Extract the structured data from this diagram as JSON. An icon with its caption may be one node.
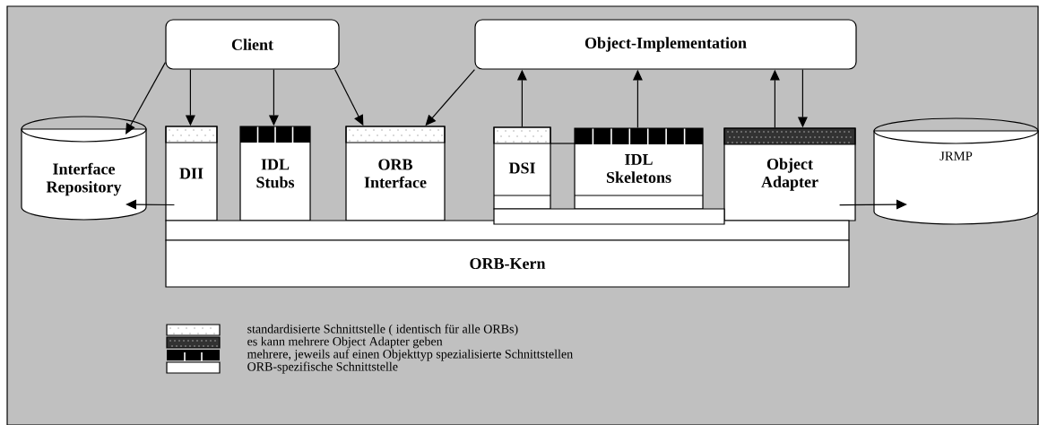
{
  "diagram": {
    "nodes": [
      {
        "text": [
          "Client"
        ]
      },
      {
        "text": [
          "Object-Implementation"
        ]
      },
      {
        "text": [
          "Interface Repository"
        ]
      },
      {
        "text": [
          "DII"
        ]
      },
      {
        "text": [
          "IDL Stubs"
        ]
      },
      {
        "text": [
          "ORB Interface"
        ]
      },
      {
        "text": [
          "DSI"
        ]
      },
      {
        "text": [
          "IDL Skeletons"
        ]
      },
      {
        "text": [
          "Object Adapter"
        ]
      },
      {
        "text": [
          "JRMP"
        ]
      },
      {
        "text": [
          "ORB-Kern"
        ]
      }
    ],
    "edges": [
      {
        "from": 0,
        "to": 2,
        "arrow": "to"
      },
      {
        "from": 0,
        "to": 3,
        "arrow": "to"
      },
      {
        "from": 0,
        "to": 4,
        "arrow": "to"
      },
      {
        "from": 0,
        "to": 5,
        "arrow": "to"
      },
      {
        "from": 1,
        "to": 5,
        "arrow": "to"
      },
      {
        "from": 6,
        "to": 1,
        "arrow": "to"
      },
      {
        "from": 7,
        "to": 1,
        "arrow": "to"
      },
      {
        "from": 8,
        "to": 1,
        "arrow": "to"
      },
      {
        "from": 1,
        "to": 8,
        "arrow": "to"
      },
      {
        "from": 3,
        "to": 2,
        "arrow": "to"
      },
      {
        "from": 8,
        "to": 9,
        "arrow": "to"
      }
    ],
    "legend": [
      {
        "text": "standardisierte Schnittstelle ( identisch für alle ORBs)"
      },
      {
        "text": "es kann mehrere Object Adapter geben"
      },
      {
        "text": "mehrere, jeweils auf einen Objekttyp spezialisierte Schnittstellen"
      },
      {
        "text": "ORB-spezifische Schnittstelle",
        "color": "#ffffff"
      }
    ]
  }
}
